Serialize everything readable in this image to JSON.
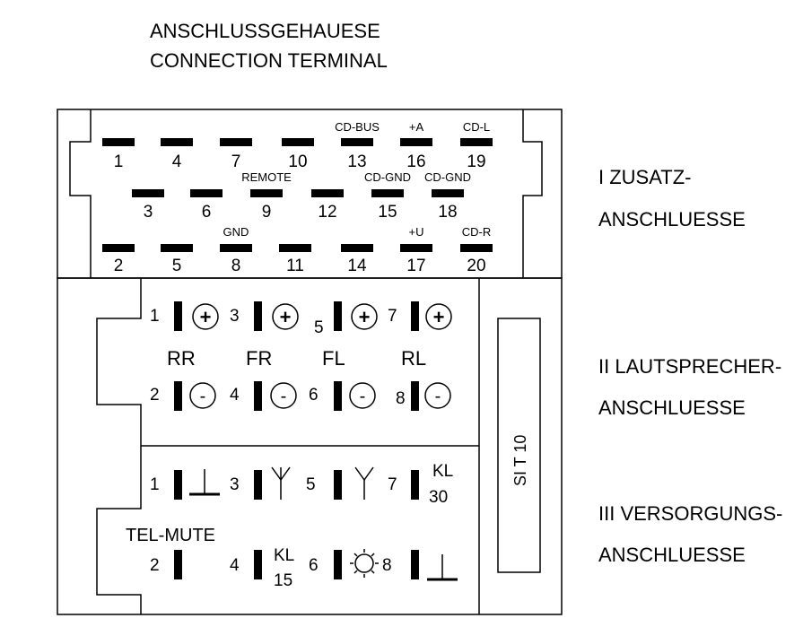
{
  "title": {
    "line1": "ANSCHLUSSGEHAUESE",
    "line2": "CONNECTION TERMINAL"
  },
  "section1": {
    "side_label": [
      "I ZUSATZ-",
      "ANSCHLUESSE"
    ],
    "rows": [
      {
        "pins": [
          {
            "num": "1",
            "tag": ""
          },
          {
            "num": "4",
            "tag": ""
          },
          {
            "num": "7",
            "tag": ""
          },
          {
            "num": "10",
            "tag": ""
          },
          {
            "num": "13",
            "tag": "CD-BUS"
          },
          {
            "num": "16",
            "tag": "+A"
          },
          {
            "num": "19",
            "tag": "CD-L"
          }
        ]
      },
      {
        "pins": [
          {
            "num": "3",
            "tag": ""
          },
          {
            "num": "6",
            "tag": ""
          },
          {
            "num": "9",
            "tag": "REMOTE"
          },
          {
            "num": "12",
            "tag": ""
          },
          {
            "num": "15",
            "tag": "CD-GND"
          },
          {
            "num": "18",
            "tag": "CD-GND"
          }
        ]
      },
      {
        "pins": [
          {
            "num": "2",
            "tag": ""
          },
          {
            "num": "5",
            "tag": ""
          },
          {
            "num": "8",
            "tag": "GND"
          },
          {
            "num": "11",
            "tag": ""
          },
          {
            "num": "14",
            "tag": ""
          },
          {
            "num": "17",
            "tag": "+U"
          },
          {
            "num": "20",
            "tag": "CD-R"
          }
        ]
      }
    ]
  },
  "section2": {
    "side_label": [
      "II LAUTSPRECHER-",
      "ANSCHLUESSE"
    ],
    "plus_pins": [
      "1",
      "3",
      "5",
      "7"
    ],
    "minus_pins": [
      "2",
      "4",
      "6",
      "8"
    ],
    "plus_symbol": "+",
    "minus_symbol": "-",
    "channels": [
      "RR",
      "FR",
      "FL",
      "RL"
    ]
  },
  "section3": {
    "side_label": [
      "III VERSORGUNGS-",
      "ANSCHLUESSE"
    ],
    "top_pins": [
      "1",
      "3",
      "5",
      "7"
    ],
    "bottom_pins": [
      "2",
      "4",
      "6",
      "8"
    ],
    "tel_mute": "TEL-MUTE",
    "kl30": [
      "KL",
      "30"
    ],
    "kl15": [
      "KL",
      "15"
    ],
    "icons": {
      "pin1": "ground-icon",
      "pin3": "antenna-icon",
      "pin5": "antenna-icon",
      "pin6": "lamp-icon",
      "pin8": "ground-icon"
    }
  },
  "fuse": {
    "label": "SI T 10"
  }
}
